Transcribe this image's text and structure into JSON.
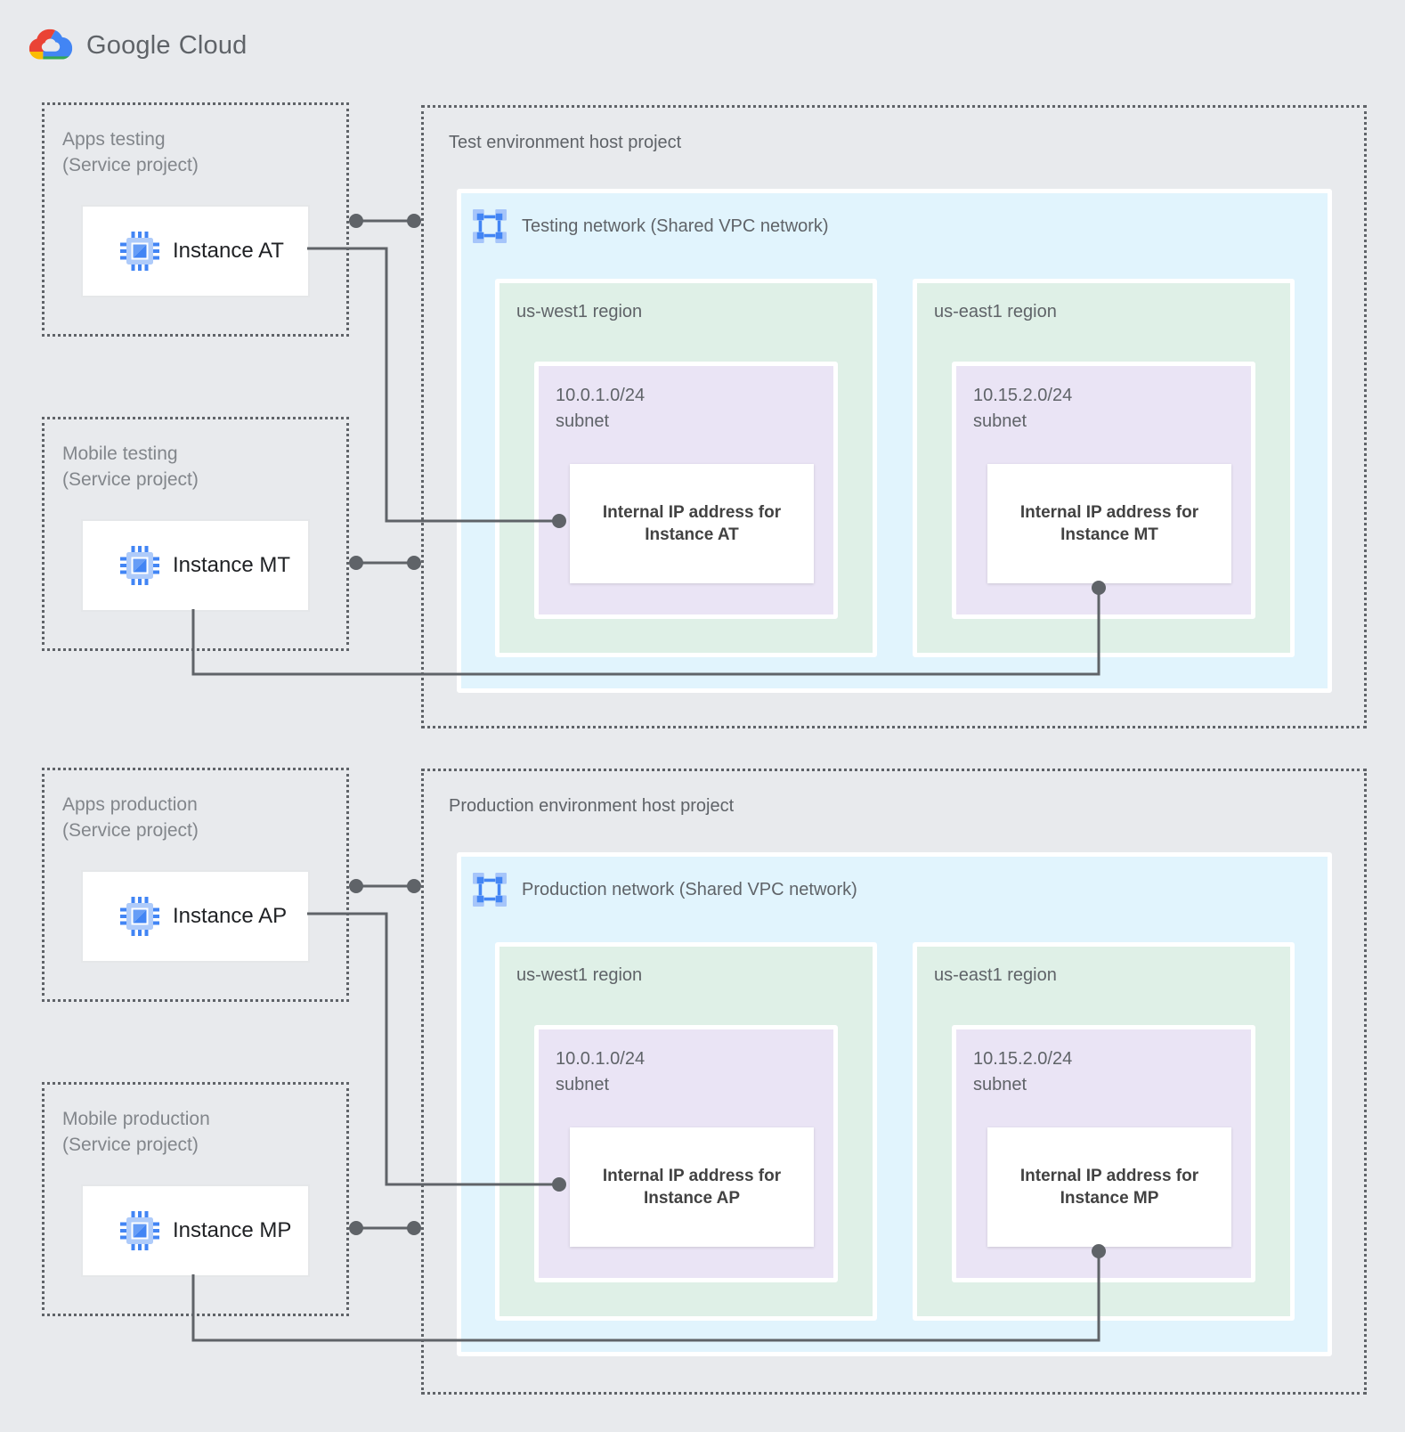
{
  "logo": {
    "brand": "Google",
    "product": "Cloud"
  },
  "palette": {
    "page_bg": "#E8EAED",
    "network_bg": "#E1F4FD",
    "region_bg": "#DFF0E7",
    "subnet_bg": "#EAE4F5",
    "connector_gray": "#5F6368",
    "label_gray": "#5F6368",
    "service_label_gray": "#82868B",
    "instance_text": "#1F2124",
    "ip_text": "#424242",
    "icon_blue": "#4285F4",
    "icon_blue_light": "#AECBFA",
    "logo_red": "#EA4335",
    "logo_yellow": "#FBBC04",
    "logo_green": "#34A853"
  },
  "service_projects": [
    {
      "name": "Apps testing",
      "type": "(Service project)",
      "instance": "Instance AT"
    },
    {
      "name": "Mobile testing",
      "type": "(Service project)",
      "instance": "Instance MT"
    },
    {
      "name": "Apps production",
      "type": "(Service project)",
      "instance": "Instance AP"
    },
    {
      "name": "Mobile production",
      "type": "(Service project)",
      "instance": "Instance MP"
    }
  ],
  "host_projects": [
    {
      "title": "Test environment host project",
      "network_label": "Testing network (Shared VPC network)",
      "regions": [
        {
          "label": "us-west1 region",
          "subnet_cidr": "10.0.1.0/24",
          "subnet_word": "subnet",
          "ip_line1": "Internal IP address for",
          "ip_line2": "Instance AT"
        },
        {
          "label": "us-east1 region",
          "subnet_cidr": "10.15.2.0/24",
          "subnet_word": "subnet",
          "ip_line1": "Internal IP address for",
          "ip_line2": "Instance MT"
        }
      ]
    },
    {
      "title": "Production environment host project",
      "network_label": "Production network (Shared VPC network)",
      "regions": [
        {
          "label": "us-west1 region",
          "subnet_cidr": "10.0.1.0/24",
          "subnet_word": "subnet",
          "ip_line1": "Internal IP address for",
          "ip_line2": "Instance AP"
        },
        {
          "label": "us-east1 region",
          "subnet_cidr": "10.15.2.0/24",
          "subnet_word": "subnet",
          "ip_line1": "Internal IP address for",
          "ip_line2": "Instance MP"
        }
      ]
    }
  ]
}
